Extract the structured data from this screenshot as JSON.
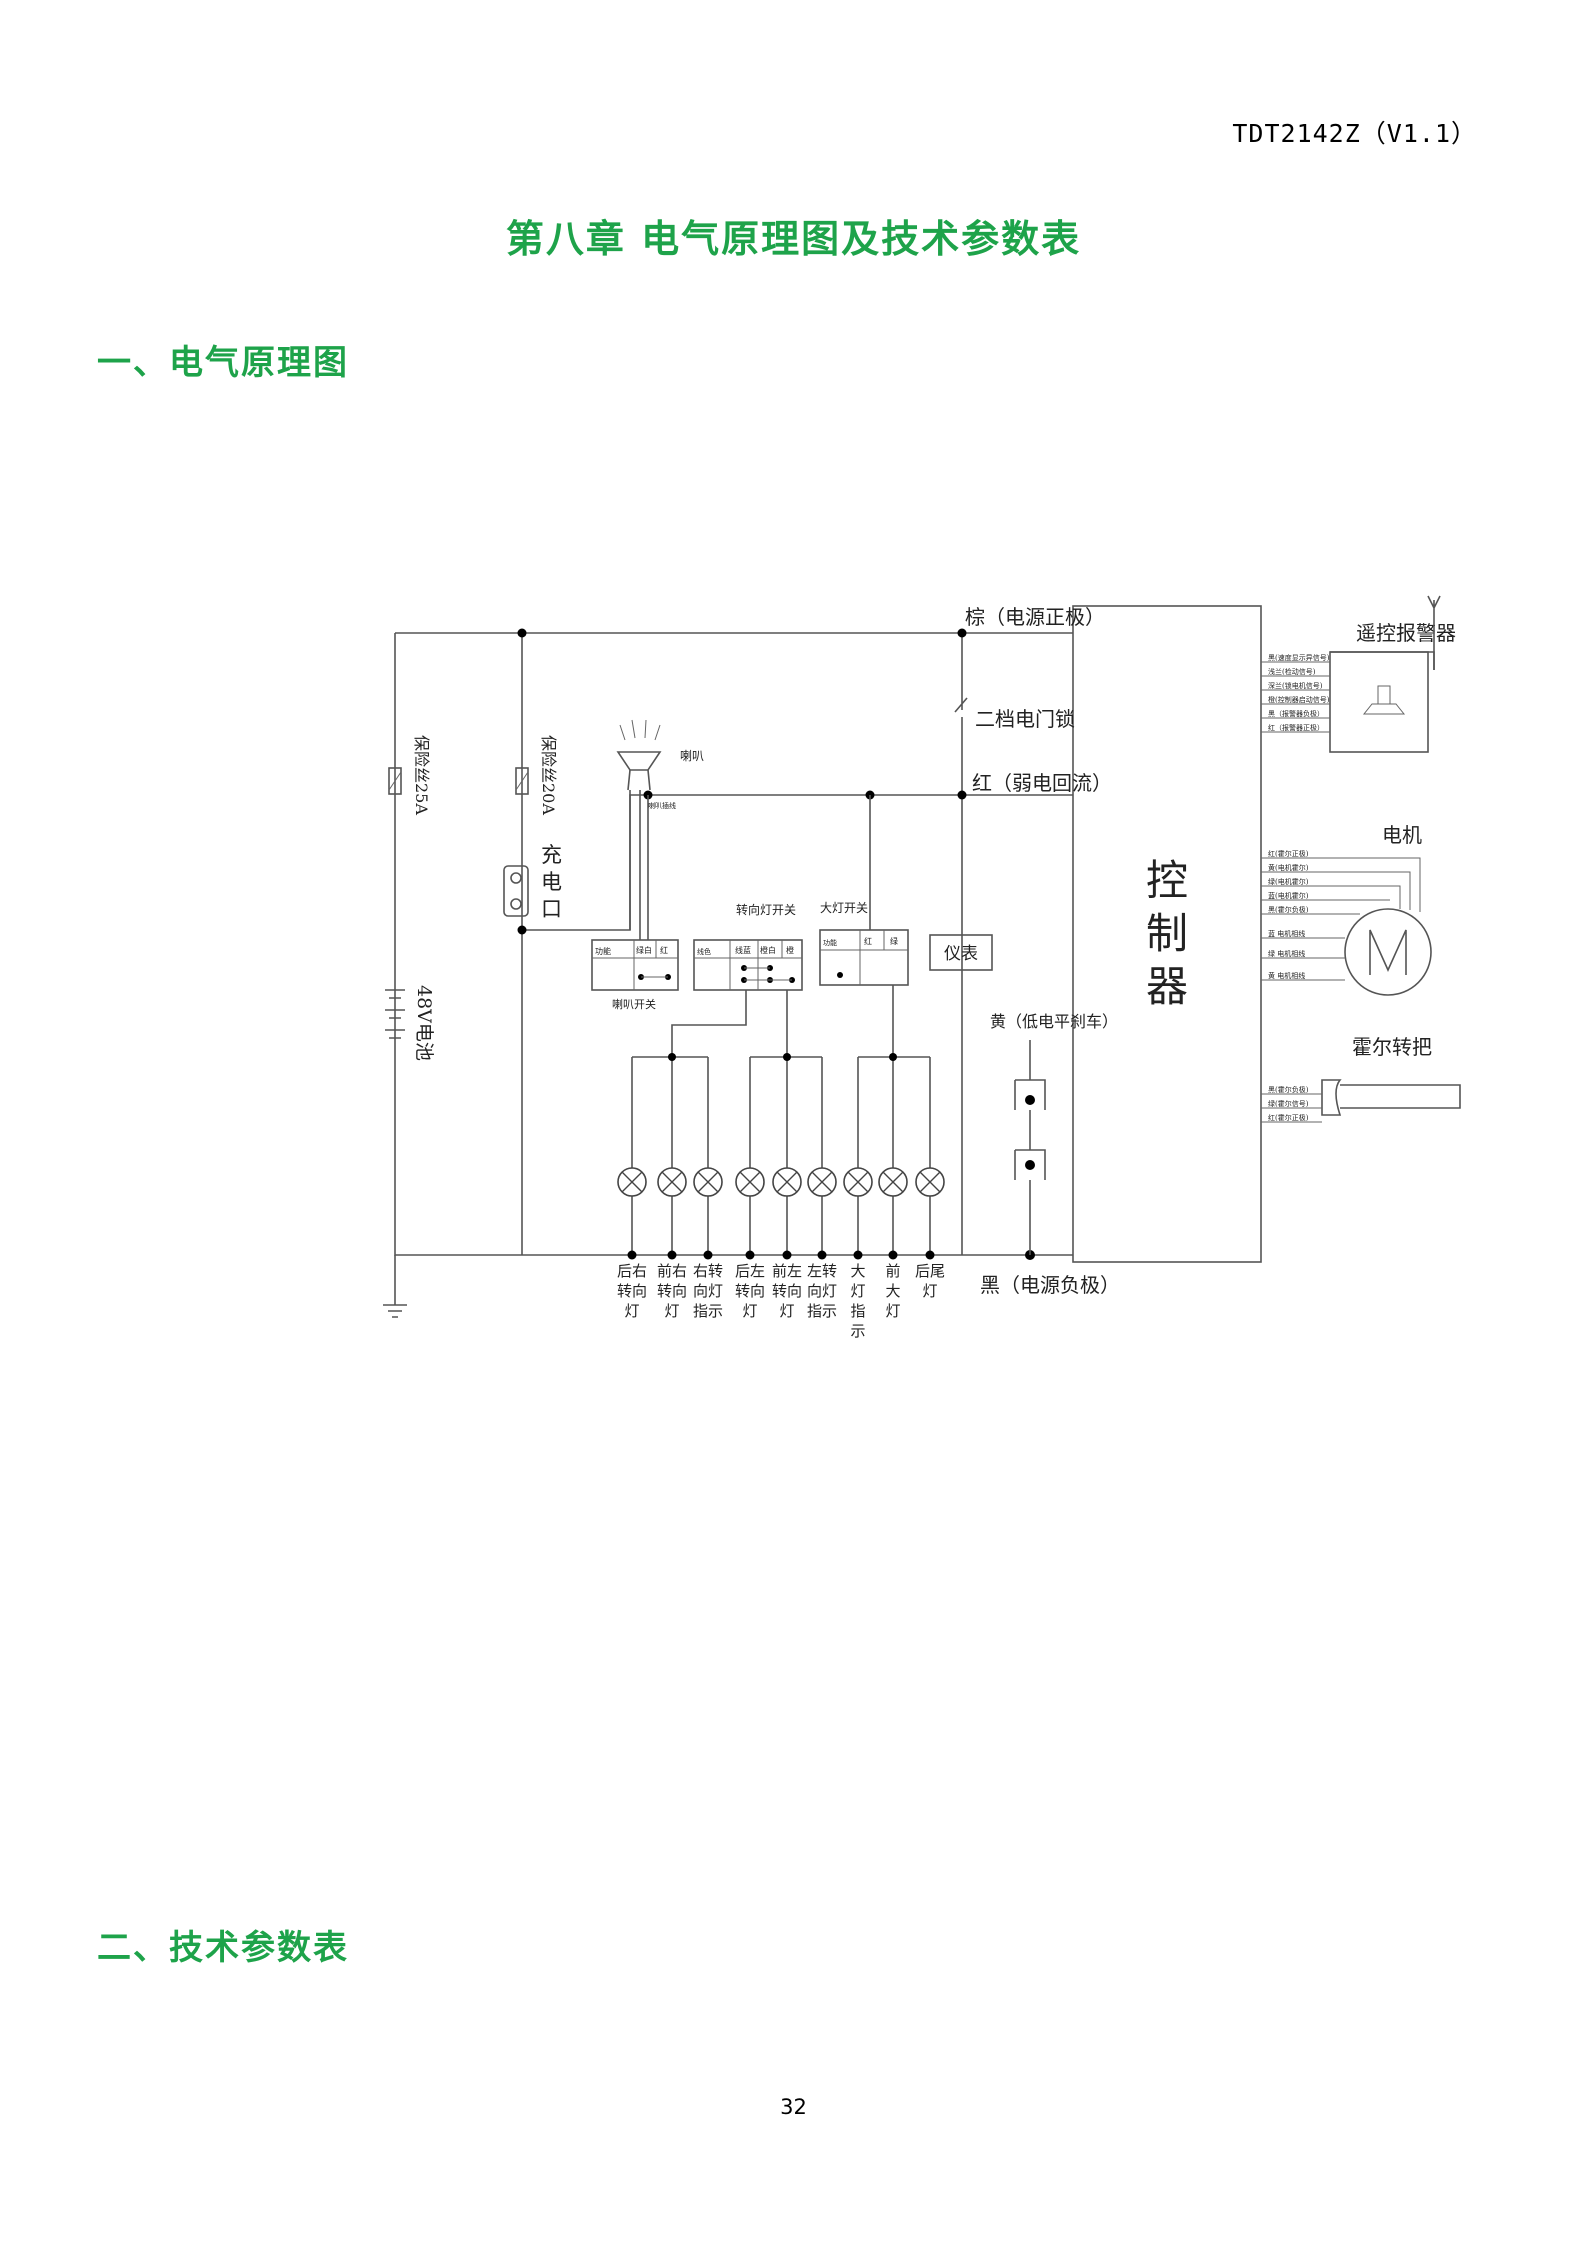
{
  "header": {
    "doc_code": "TDT2142Z（V1.1）"
  },
  "chapter": {
    "title": "第八章   电气原理图及技术参数表"
  },
  "sections": [
    {
      "title": "一、电气原理图"
    },
    {
      "title": "二、技术参数表"
    }
  ],
  "diagram": {
    "wires": {
      "brown_positive": "棕（电源正极）",
      "second_gear_lock": "二档电门锁",
      "red_weak": "红（弱电回流）",
      "yellow_brake": "黄（低电平刹车）",
      "black_negative": "黑（电源负极）"
    },
    "fuses": {
      "fuse_25a": "保险丝25A",
      "fuse_20a": "保险丝20A"
    },
    "battery": "48V电池",
    "charge_port": [
      "充",
      "电",
      "口"
    ],
    "horn": "喇叭",
    "horn_pin": "喇叭插线",
    "switches": {
      "horn_switch": "喇叭开关",
      "turn_switch": "转向灯开关",
      "headlight_switch": "大灯开关",
      "cells": {
        "func": "功能",
        "cable": "线色",
        "green_white": "绿白",
        "red": "红",
        "lan": "线蓝",
        "orange_white": "橙白",
        "orange": "橙",
        "green": "绿"
      }
    },
    "meter": "仪表",
    "controller": [
      "控",
      "制",
      "器"
    ],
    "alarm": {
      "title": "遥控报警器",
      "wires": [
        "黑(速度显示异信号)",
        "浅兰(检动信号)",
        "深兰(锁电机信号)",
        "橙(控制器启动信号)",
        "黑（报警器负极）",
        "红（报警器正极）"
      ]
    },
    "motor": {
      "title": "电机",
      "wires": [
        "红(霍尔正极)",
        "黄(电机霍尔)",
        "绿(电机霍尔)",
        "蓝(电机霍尔)",
        "黑(霍尔负极)",
        "蓝  电机相线",
        "绿  电机相线",
        "黄  电机相线"
      ]
    },
    "throttle": {
      "title": "霍尔转把",
      "wires": [
        "黑(霍尔负极)",
        "绿(霍尔信号)",
        "红(霍尔正极)"
      ]
    },
    "lamps": [
      [
        "后右",
        "转向",
        "灯"
      ],
      [
        "前右",
        "转向",
        "灯"
      ],
      [
        "右转",
        "向灯",
        "指示"
      ],
      [
        "后左",
        "转向",
        "灯"
      ],
      [
        "前左",
        "转向",
        "灯"
      ],
      [
        "左转",
        "向灯",
        "指示"
      ],
      [
        "大",
        "灯",
        "指",
        "示"
      ],
      [
        "前",
        "大",
        "灯"
      ],
      [
        "后尾",
        "灯"
      ]
    ]
  },
  "footer": {
    "page_number": "32"
  }
}
